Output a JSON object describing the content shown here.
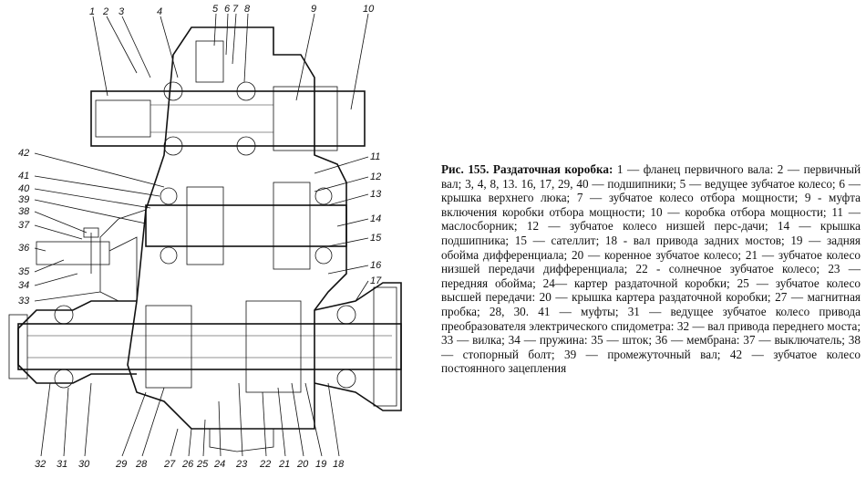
{
  "caption": {
    "lead": "Рис. 155. Раздаточная коробка:",
    "body": "1 — фланец первичного вала: 2 — первичный вал; 3, 4, 8, 13. 16, 17, 29, 40 — подшипники; 5 — ведущее зубчатое колесо; 6 — крышка верхнего люка; 7 — зубчатое колесо отбора мощности; 9 - муфта включения коробки отбора мощности; 10 — коробка отбора мощности; 11 — маслосборник; 12 — зубчатое колесо низшей перс-дачи; 14 — крышка подшипника; 15 — сателлит; 18 - вал привода задних мостов; 19 — задняя обойма дифференциала; 20 — коренное зубчатое колесо; 21 — зубчатое колесо низшей передачи дифференциала; 22 - солнечное зубчатое колесо; 23 — передняя обойма; 24— картер раздаточной коробки; 25 — зубчатое колесо высшей передачи: 20 — крышка картера раздаточной коробки; 27 — магнитная пробка; 28, 30. 41 — муфты; 31 — ведущее зубчатое колесо привода преобразователя электрического спидометра: 32 — вал привода переднего моста; 33 — вилка; 34 — пружина: 35 — шток; 36 — мембрана: 37 — выключатель; 38 — стопорный болт; 39 — промежуточный вал; 42 — зубчатое колесо постоянного зацепления"
  },
  "callouts": {
    "top": [
      "1",
      "2",
      "3",
      "4",
      "5",
      "6",
      "7",
      "8",
      "9",
      "10"
    ],
    "left": [
      "42",
      "41",
      "40",
      "39",
      "38",
      "37",
      "36",
      "35",
      "34",
      "33"
    ],
    "right": [
      "11",
      "12",
      "13",
      "14",
      "15",
      "16",
      "17"
    ],
    "bottom": [
      "32",
      "31",
      "30",
      "29",
      "28",
      "27",
      "26",
      "25",
      "24",
      "23",
      "22",
      "21",
      "20",
      "19",
      "18"
    ]
  }
}
